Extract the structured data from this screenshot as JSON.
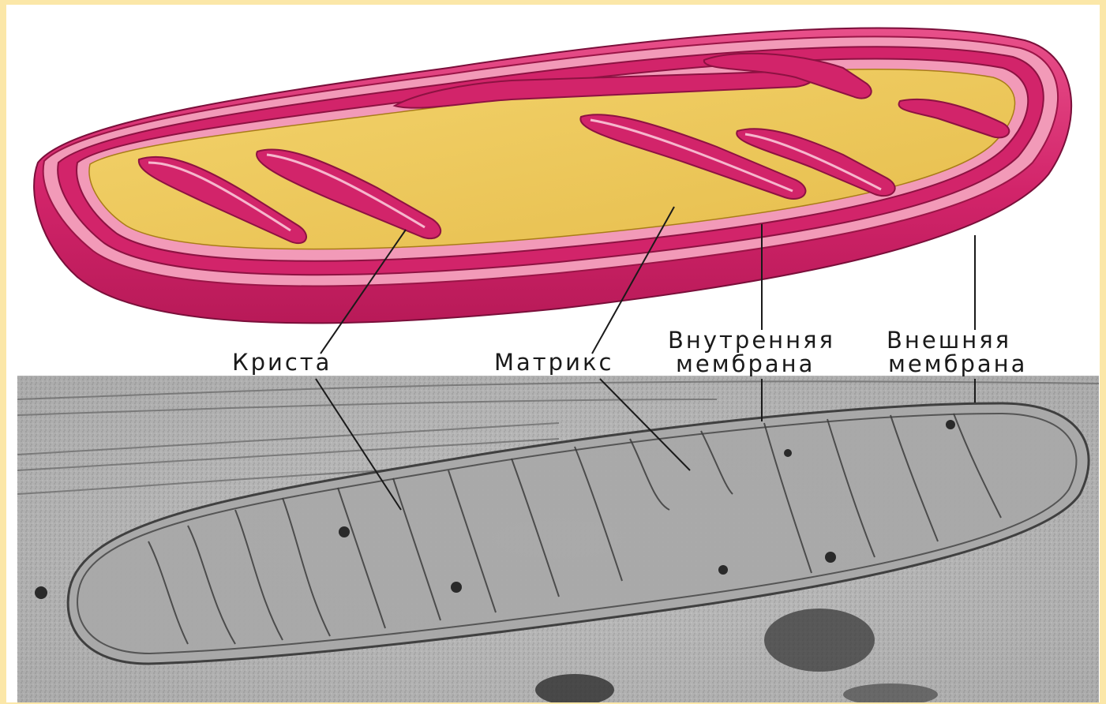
{
  "labels": {
    "crista": "Криста",
    "matrix": "Матрикс",
    "inner_membrane_line1": "Внутренняя",
    "inner_membrane_line2": "мембрана",
    "outer_membrane_line1": "Внешняя",
    "outer_membrane_line2": "мембрана"
  },
  "colors": {
    "background": "#fbe7a8",
    "membrane": "#d2246a",
    "membrane_light": "#f29ab8",
    "matrix": "#efc95a",
    "matrix_light": "#f7de87",
    "micrograph": "#b8b8b8"
  }
}
